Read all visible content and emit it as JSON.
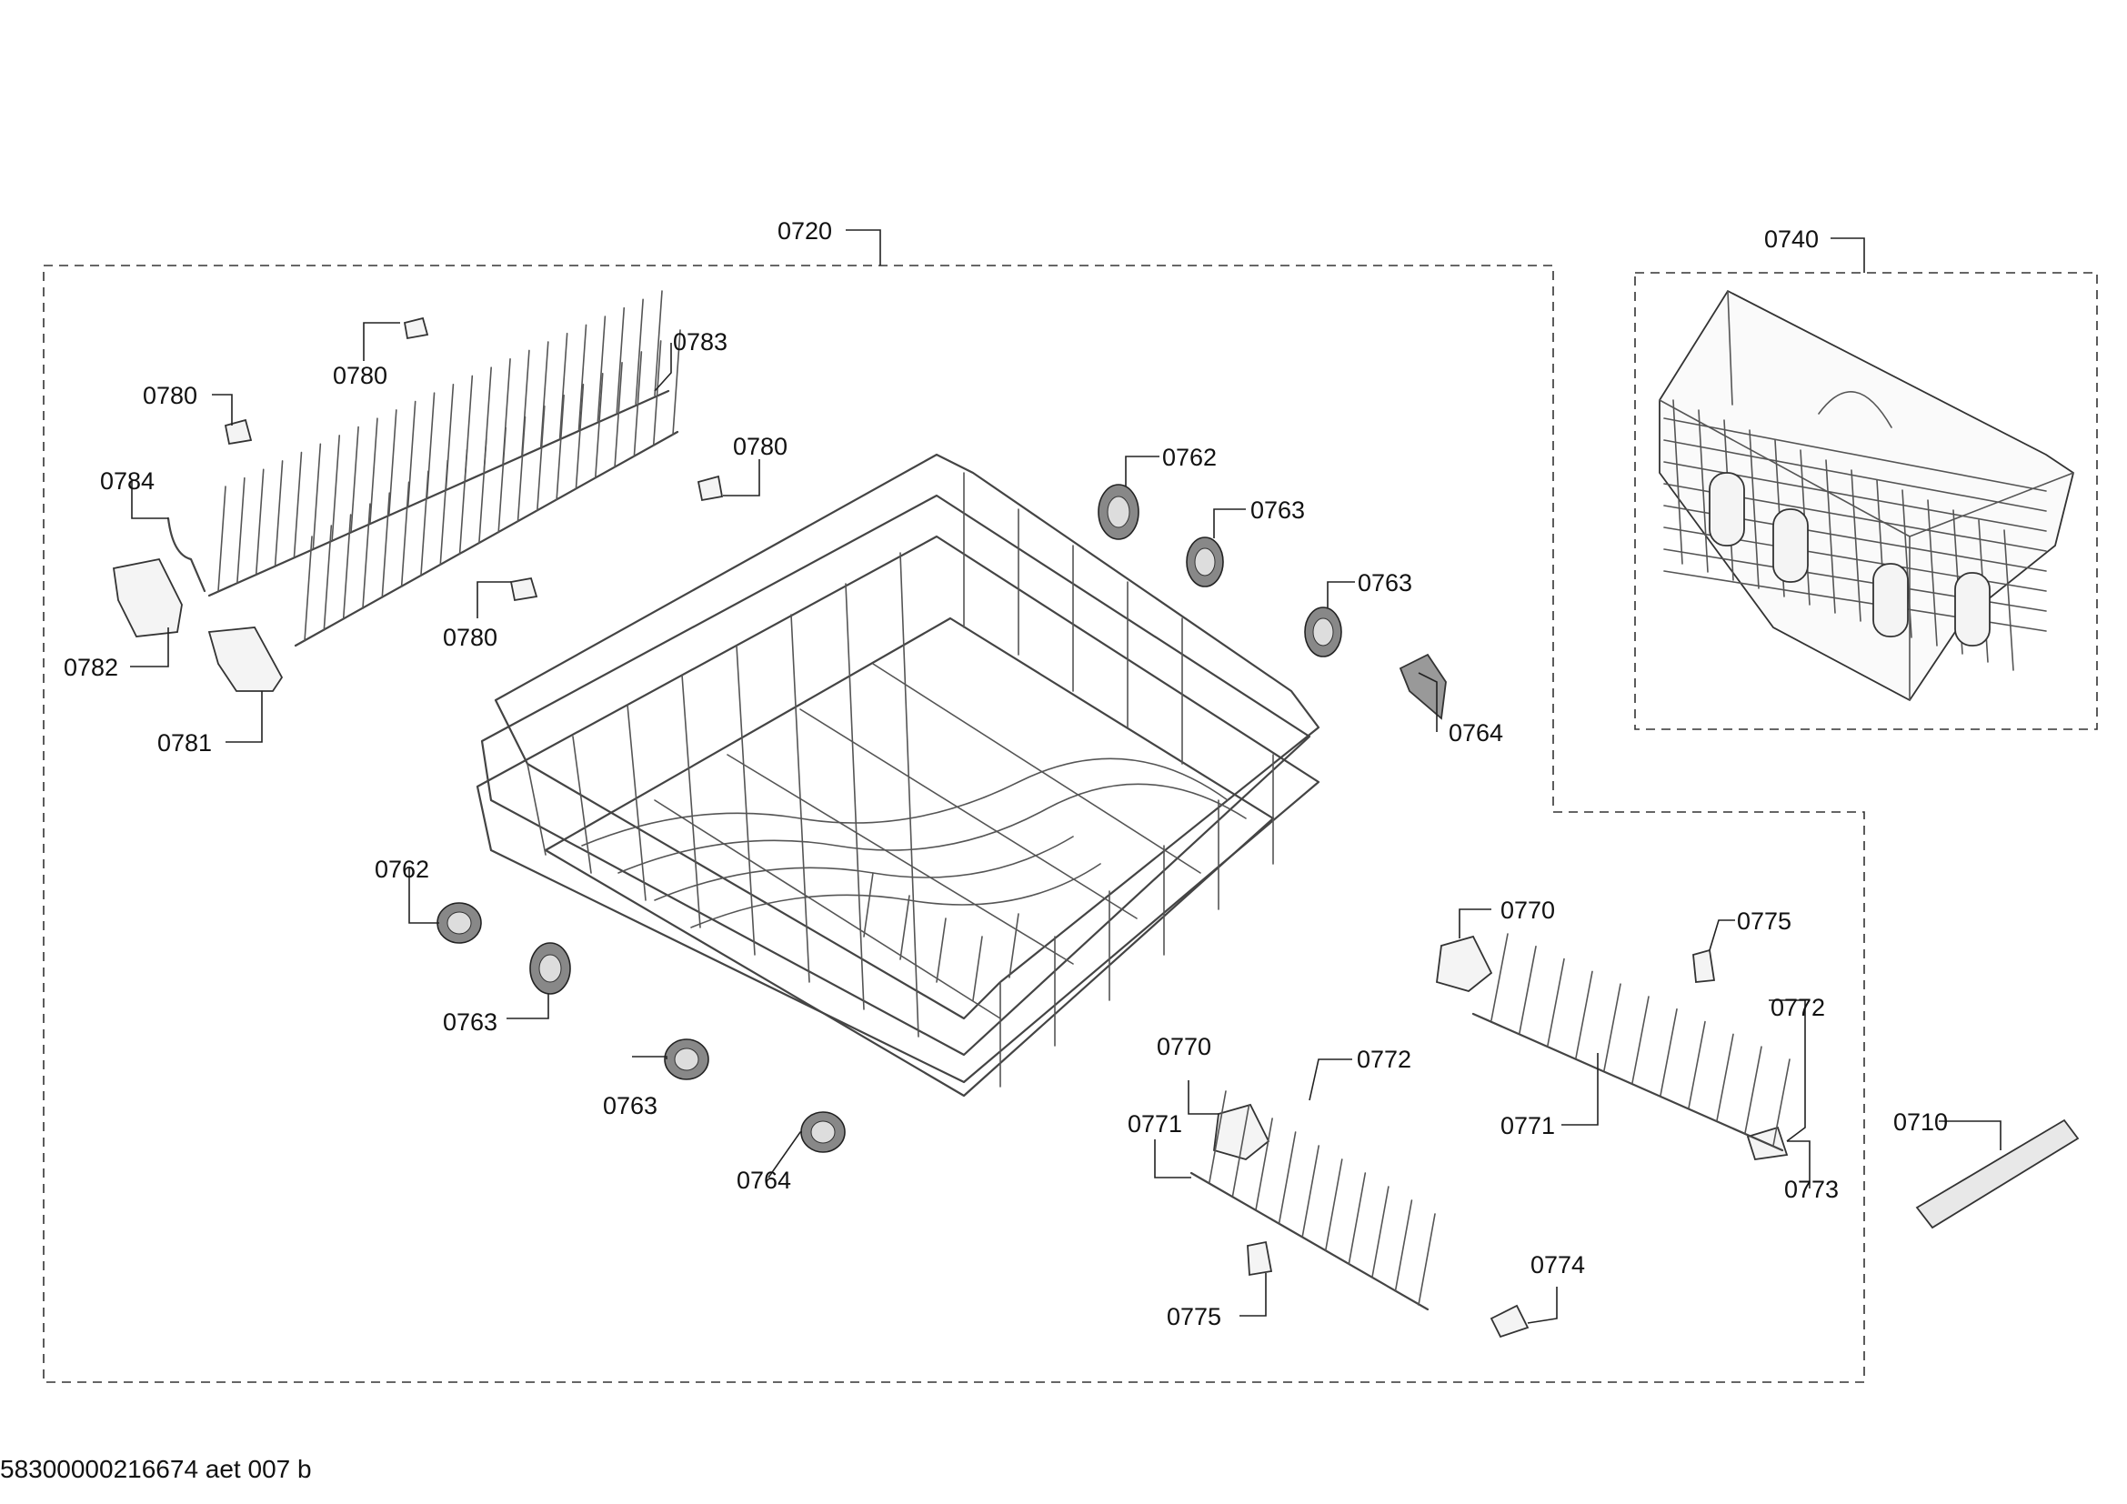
{
  "document_id": "58300000216674 aet 007 b",
  "labels": {
    "upper_rack": "0720",
    "cutlery_basket": "0740",
    "handle": "0710",
    "clip_a": "0780",
    "clip_b": "0780",
    "clip_c": "0780",
    "clip_d": "0780",
    "tine_row": "0783",
    "bracket": "0784",
    "holder_left": "0782",
    "holder_right": "0781",
    "wheel_top_1": "0762",
    "wheel_top_2": "0763",
    "wheel_top_3": "0763",
    "wheel_top_4": "0764",
    "wheel_bot_1": "0762",
    "wheel_bot_2": "0763",
    "wheel_bot_3": "0763",
    "wheel_bot_4": "0764",
    "bearing_right": "0770",
    "bearing_left": "0770",
    "support_right": "0775",
    "support_left": "0775",
    "tines_right": "0772",
    "tines_left": "0772",
    "axis_right": "0771",
    "axis_left": "0771",
    "stop_right": "0773",
    "stop_left": "0774"
  }
}
